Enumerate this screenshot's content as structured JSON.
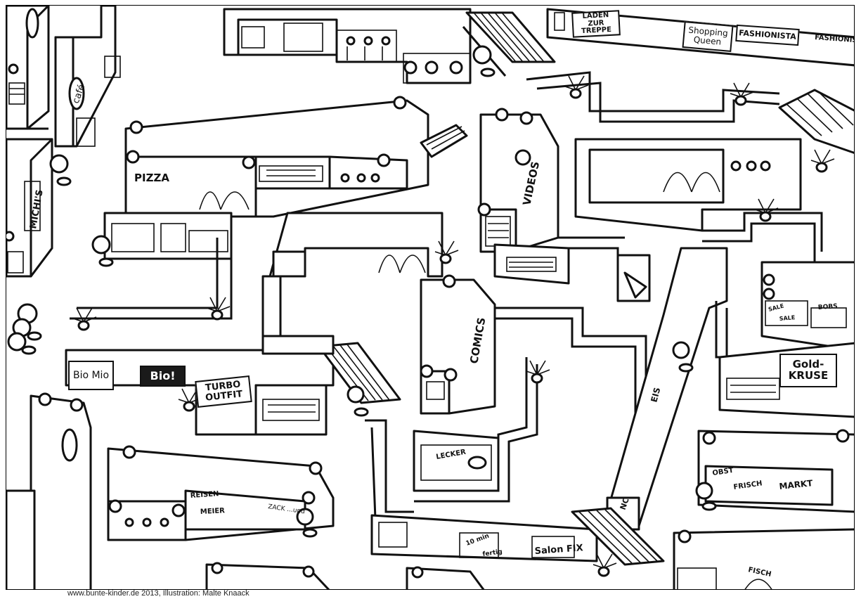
{
  "signs": {
    "laden_zur_treppe": "LADEN ZUR TREPPE",
    "shopping_queen": "Shopping Queen",
    "fashionista": "FASHIONISTA",
    "fashionista_2": "FASHIONISTA",
    "pizza": "PIZZA",
    "michis": "MICHI'S",
    "cafe": "café",
    "videos": "VIDEOS",
    "comics": "COMICS",
    "bio_mio": "Bio Mio",
    "bio": "Bio!",
    "turbo_outfit": "TURBO OUTFIT",
    "gold_kruse": "Gold-KRUSE",
    "bobs": "BOBS",
    "sale_1": "SALE",
    "sale_2": "SALE",
    "obst": "OBST",
    "frisch": "FRISCH",
    "markt": "MARKT",
    "reisen": "REISEN",
    "meier": "MEIER",
    "zack": "ZACK ...und",
    "lecker": "LECKER",
    "eis": "EIS",
    "nc": "NC",
    "ten_min": "10 min",
    "fertig": "fertig",
    "salon_fix": "Salon FIX",
    "fisch": "FISCH"
  },
  "credit": "www.bunte-kinder.de 2013, Illustration: Malte Knaack"
}
